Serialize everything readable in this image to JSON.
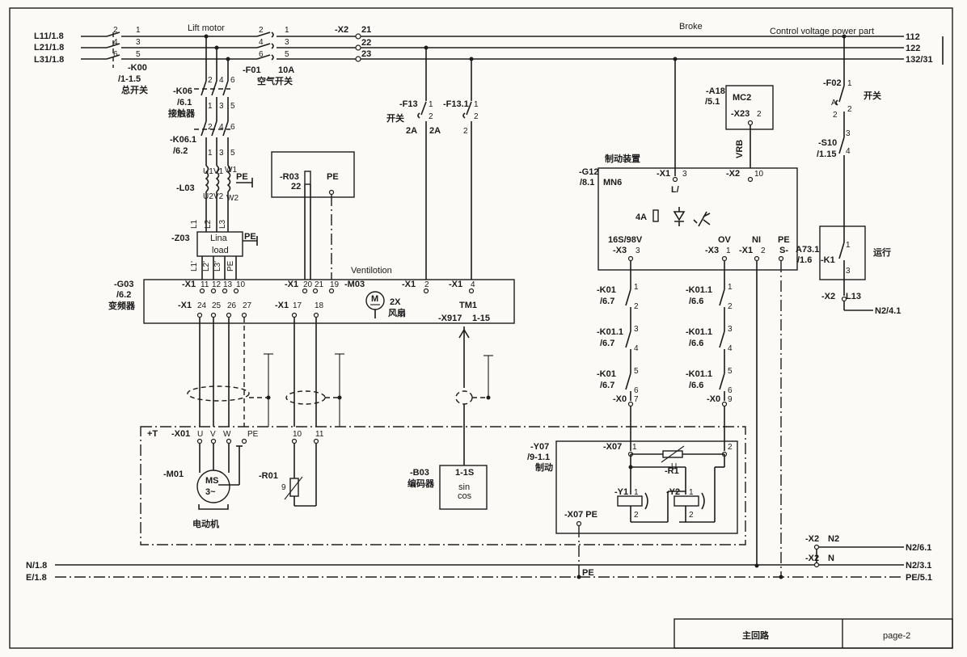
{
  "header": {
    "lift_motor": "Lift motor",
    "brake": "Broke",
    "control_voltage": "Control voltage power part",
    "ventilation": "Ventilotion"
  },
  "supply": {
    "l1": "L11/1.8",
    "l2": "L21/1.8",
    "l3": "L31/1.8",
    "n": "N/1.8",
    "e": "E/1.8",
    "out_112": "112",
    "out_122": "122",
    "out_132": "132/31",
    "n2_61": "N2/6.1",
    "n2_31": "N2/3.1",
    "pe_51": "PE/5.1",
    "n2_41": "N2/4.1"
  },
  "k00": {
    "tag": "-K00",
    "ref": "/1-1.5",
    "name": "总开关",
    "p1": "2",
    "p2": "1",
    "p3": "4",
    "p4": "3",
    "p5": "6",
    "p6": "5"
  },
  "f01": {
    "tag": "-F01",
    "rating": "10A",
    "name": "空气开关",
    "p1": "2",
    "p2": "1",
    "p3": "4",
    "p4": "3",
    "p5": "6",
    "p6": "5"
  },
  "x2": {
    "tag": "-X2",
    "t21": "21",
    "t22": "22",
    "t23": "23"
  },
  "k06": {
    "tag": "-K06",
    "ref": "/6.1",
    "name": "接触器"
  },
  "k061": {
    "tag": "-K06.1",
    "ref": "/6.2"
  },
  "pins": {
    "p2": "2",
    "p4": "4",
    "p6": "6",
    "p1": "1",
    "p3": "3",
    "p5": "5"
  },
  "l03": {
    "tag": "-L03",
    "u1": "U1",
    "v1": "V1",
    "w1": "W1",
    "u2": "U2",
    "v2": "V2",
    "w2": "W2",
    "pe": "PE"
  },
  "z03": {
    "tag": "-Z03",
    "l1": "L1",
    "l2": "L2",
    "l3": "L3",
    "line1": "Lina",
    "line2": "load",
    "pe": "PE",
    "l1p": "L1'",
    "l2p": "L2'",
    "l3p": "L3'",
    "pe2": "PE"
  },
  "r03": {
    "tag": "-R03",
    "val": "22",
    "pe": "PE"
  },
  "f13": {
    "tag": "-F13",
    "tag2": "-F13.1",
    "name": "开关",
    "r1": "2A",
    "r2": "2A",
    "p1": "1",
    "p2": "2",
    "p3": "1",
    "p4": "2"
  },
  "g03": {
    "tag": "-G03",
    "ref": "/6.2",
    "name": "变频器",
    "x1a": "-X1",
    "t11": "11",
    "t12": "12",
    "t13": "13",
    "t10": "10",
    "x1b": "-X1",
    "t20": "20",
    "t21": "21",
    "t19": "19",
    "x1c": "-X1",
    "t2": "2",
    "x1d": "-X1",
    "t4": "4",
    "x1e": "-X1",
    "t24": "24",
    "t25": "25",
    "t26": "26",
    "t27": "27",
    "x1f": "-X1",
    "t17": "17",
    "t18": "18",
    "tm1": "TM1",
    "x917": "-X917",
    "x917r": "1-15"
  },
  "m03": {
    "tag": "-M03",
    "sym": "M",
    "name": "2X",
    "name2": "风扇"
  },
  "motor": {
    "frame": "+T",
    "x01": "-X01",
    "u": "U",
    "v": "V",
    "w": "W",
    "pe": "PE",
    "tag": "-M01",
    "ms": "MS",
    "ph": "3~",
    "name": "电动机",
    "r01": "-R01",
    "r01v": "9",
    "t10": "10",
    "t11": "11"
  },
  "b03": {
    "tag": "-B03",
    "name": "编码器",
    "l1": "1-1S",
    "l2": "sin",
    "l3": "cos"
  },
  "a18": {
    "tag": "-A18",
    "ref": "/5.1",
    "name": "MC2",
    "x23": "-X23",
    "p2": "2",
    "vrb": "VRB"
  },
  "g12": {
    "title": "制动装置",
    "tag": "-G12",
    "ref": "/8.1",
    "name": "MN6",
    "x1": "-X1",
    "x1p": "3",
    "lslash": "L/",
    "x2": "-X2",
    "x2p": "10",
    "fuse": "4A",
    "v16": "16S/98V",
    "x3a": "-X3",
    "x3ap": "3",
    "ov": "OV",
    "x3b": "-X3",
    "x3bp": "1",
    "ni": "NI",
    "x1b": "-X1",
    "x1bp": "2",
    "pe": "PE",
    "s": "S-"
  },
  "f02": {
    "tag": "-F02",
    "name": "开关",
    "p1": "1",
    "p2": "2",
    "a": "A"
  },
  "s10": {
    "tag": "-S10",
    "ref": "/1.15",
    "p3": "3",
    "p4": "4"
  },
  "a73": {
    "tag": "A73.1",
    "ref": "/1.6",
    "k1": "-K1",
    "p1": "1",
    "p3": "3",
    "name": "运行",
    "x2": "-X2",
    "l13": "L13"
  },
  "k01_left": [
    {
      "tag": "-K01",
      "ref": "/6.7",
      "a": "1",
      "b": "2"
    },
    {
      "tag": "-K01.1",
      "ref": "/6.7",
      "a": "3",
      "b": "4"
    },
    {
      "tag": "-K01",
      "ref": "/6.7",
      "a": "5",
      "b": "6"
    }
  ],
  "k01_right": [
    {
      "tag": "-K01.1",
      "ref": "/6.6",
      "a": "1",
      "b": "2"
    },
    {
      "tag": "-K01.1",
      "ref": "/6.6",
      "a": "3",
      "b": "4"
    },
    {
      "tag": "-K01.1",
      "ref": "/6.6",
      "a": "5",
      "b": "6"
    }
  ],
  "x0": {
    "left": "-X0",
    "lp": "7",
    "right": "-X0",
    "rp": "9"
  },
  "y07": {
    "tag": "-Y07",
    "ref": "/9-1.1",
    "name": "制动",
    "x07": "-X07",
    "p1": "1",
    "p2": "2",
    "u": "U",
    "r1": "-R1",
    "y1": "-Y1",
    "y2": "-Y2",
    "c1": "1",
    "c2": "2",
    "c3": "1",
    "c4": "2",
    "x07pe": "-X07 PE"
  },
  "bottom": {
    "x2n2": "-X2",
    "n2": "N2",
    "x2n": "-X2",
    "n": "N",
    "pe": "PE"
  },
  "title_block": {
    "title": "主回路",
    "page": "page-2"
  }
}
